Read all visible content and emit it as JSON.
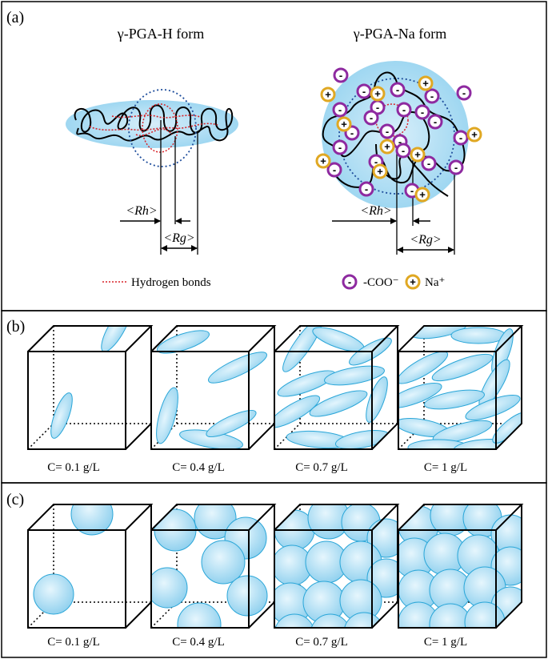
{
  "panel_a": {
    "label": "(a)",
    "h_form": {
      "title": "γ-PGA-H form",
      "rh": "<Rh>",
      "rg": "<Rg>"
    },
    "na_form": {
      "title": "γ-PGA-Na form",
      "rh": "<Rh>",
      "rg": "<Rg>"
    },
    "legend": {
      "hbond": "Hydrogen bonds",
      "coo": "-COO⁻",
      "na": "Na⁺"
    },
    "ion_signs": {
      "minus": "-",
      "plus": "+"
    }
  },
  "panel_b": {
    "label": "(b)",
    "particle": "ellipsoid",
    "concentrations": [
      "C= 0.1 g/L",
      "C= 0.4 g/L",
      "C= 0.7 g/L",
      "C= 1 g/L"
    ]
  },
  "panel_c": {
    "label": "(c)",
    "particle": "sphere",
    "concentrations": [
      "C= 0.1 g/L",
      "C= 0.4 g/L",
      "C= 0.7 g/L",
      "C= 1 g/L"
    ]
  },
  "colors": {
    "particle_fill": "#bfe6f8",
    "particle_stroke": "#2aa6d8",
    "halo": "#a9dcf2",
    "coo_ring": "#8e2aa0",
    "na_ring": "#e0a823",
    "hbond": "#d8242a",
    "radius_circle": "#1f4e9c"
  }
}
